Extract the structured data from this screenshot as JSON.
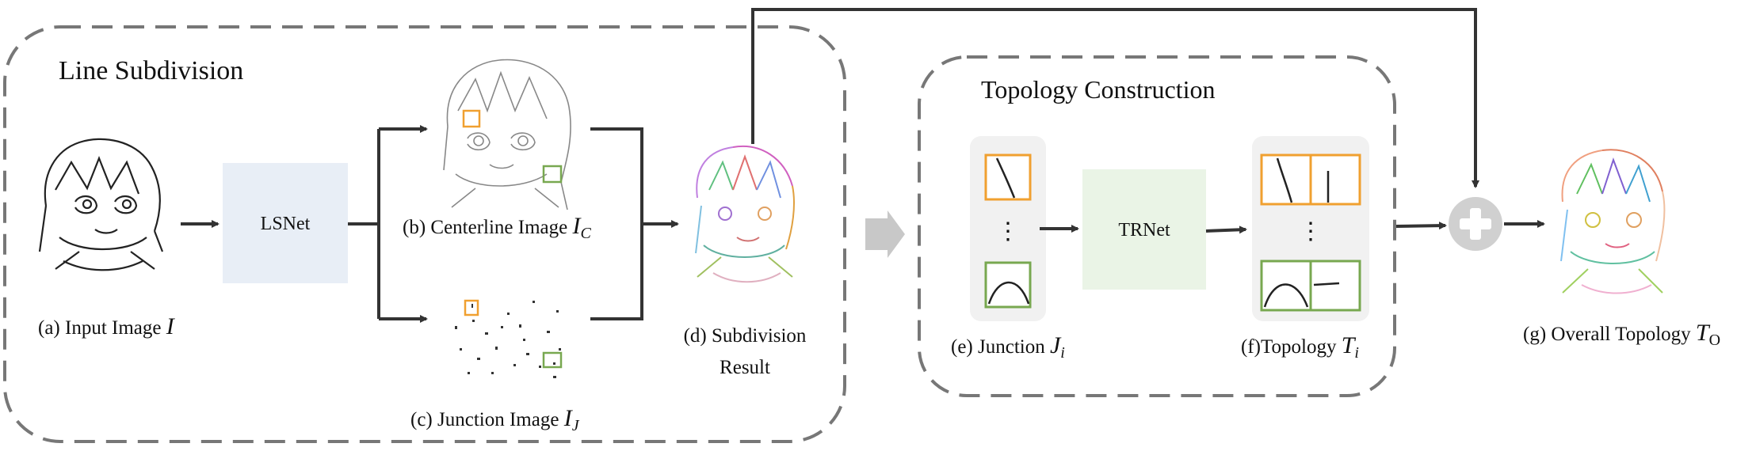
{
  "groups": {
    "line_subdivision": "Line Subdivision",
    "topology_construction": "Topology Construction"
  },
  "modules": {
    "lsnet": "LSNet",
    "trnet": "TRNet"
  },
  "captions": {
    "a": {
      "prefix": "(a) Input Image ",
      "symbol": "I",
      "sub": ""
    },
    "b": {
      "prefix": "(b) Centerline Image ",
      "symbol": "I",
      "sub": "C"
    },
    "c": {
      "prefix": "(c) Junction Image ",
      "symbol": "I",
      "sub": "J"
    },
    "d_line1": "(d) Subdivision",
    "d_line2": "Result",
    "e": {
      "prefix": "(e) Junction ",
      "symbol": "J",
      "sub": "i"
    },
    "f": {
      "prefix": "(f)Topology ",
      "symbol": "T",
      "sub": "i"
    },
    "g": {
      "prefix": "(g) Overall Topology ",
      "symbol": "T",
      "sub": "O"
    }
  },
  "ellipsis": "⋮",
  "colors": {
    "orange": "#f0a030",
    "green": "#78a850",
    "lsnet_box": "#e8eef6",
    "trnet_box": "#eaf4e6",
    "dashed": "#777777",
    "arrow": "#333333",
    "grey_arrow": "#c8c8c8"
  }
}
